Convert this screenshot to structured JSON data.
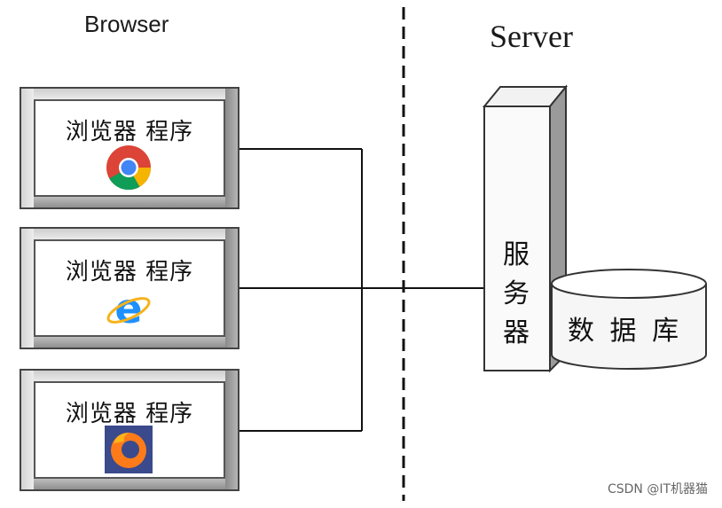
{
  "labels": {
    "browser_title": "Browser",
    "server_title": "Server"
  },
  "browsers": [
    {
      "label": "浏览器 程序",
      "icon": "chrome-icon"
    },
    {
      "label": "浏览器 程序",
      "icon": "internet-explorer-icon"
    },
    {
      "label": "浏览器 程序",
      "icon": "firefox-icon"
    }
  ],
  "server": {
    "label_chars": [
      "服",
      "务",
      "器"
    ]
  },
  "database": {
    "label": "数 据 库"
  },
  "watermark": "CSDN @IT机器猫",
  "colors": {
    "line": "#000000",
    "box_border": "#444444",
    "chrome_red": "#db4437",
    "chrome_yellow": "#f4b400",
    "chrome_green": "#0f9d58",
    "chrome_blue": "#4285f4",
    "ie_blue": "#1e90ff",
    "ie_ring": "#f5b21b",
    "firefox_orange": "#ff7b1a",
    "firefox_bg": "#3a4a8c"
  }
}
